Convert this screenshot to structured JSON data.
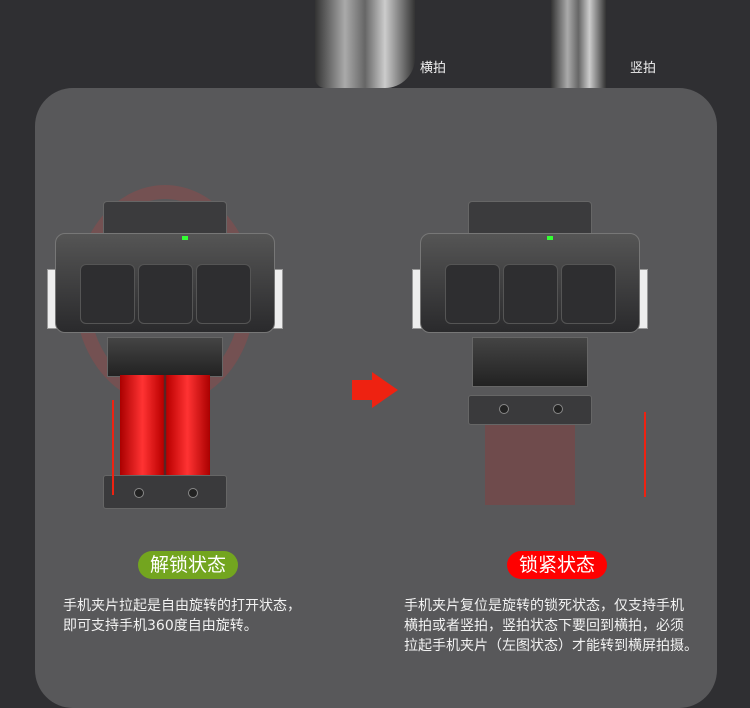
{
  "top": {
    "landscape_label": "横拍",
    "portrait_label": "竖拍"
  },
  "left": {
    "badge": "解锁状态",
    "badge_color": "#73a51f",
    "desc_lines": [
      "手机夹片拉起是自由旋转的打开状态，",
      "即可支持手机360度自由旋转。"
    ]
  },
  "right": {
    "badge": "锁紧状态",
    "badge_color": "#ff0000",
    "desc_lines": [
      "手机夹片复位是旋转的锁死状态，仅支持手机",
      "横拍或者竖拍，竖拍状态下要回到横拍，必须",
      "拉起手机夹片（左图状态）才能转到横屏拍摄。"
    ]
  },
  "colors": {
    "background": "#2f2f32",
    "card": "#58585a",
    "accent_red": "#e21a1a"
  }
}
